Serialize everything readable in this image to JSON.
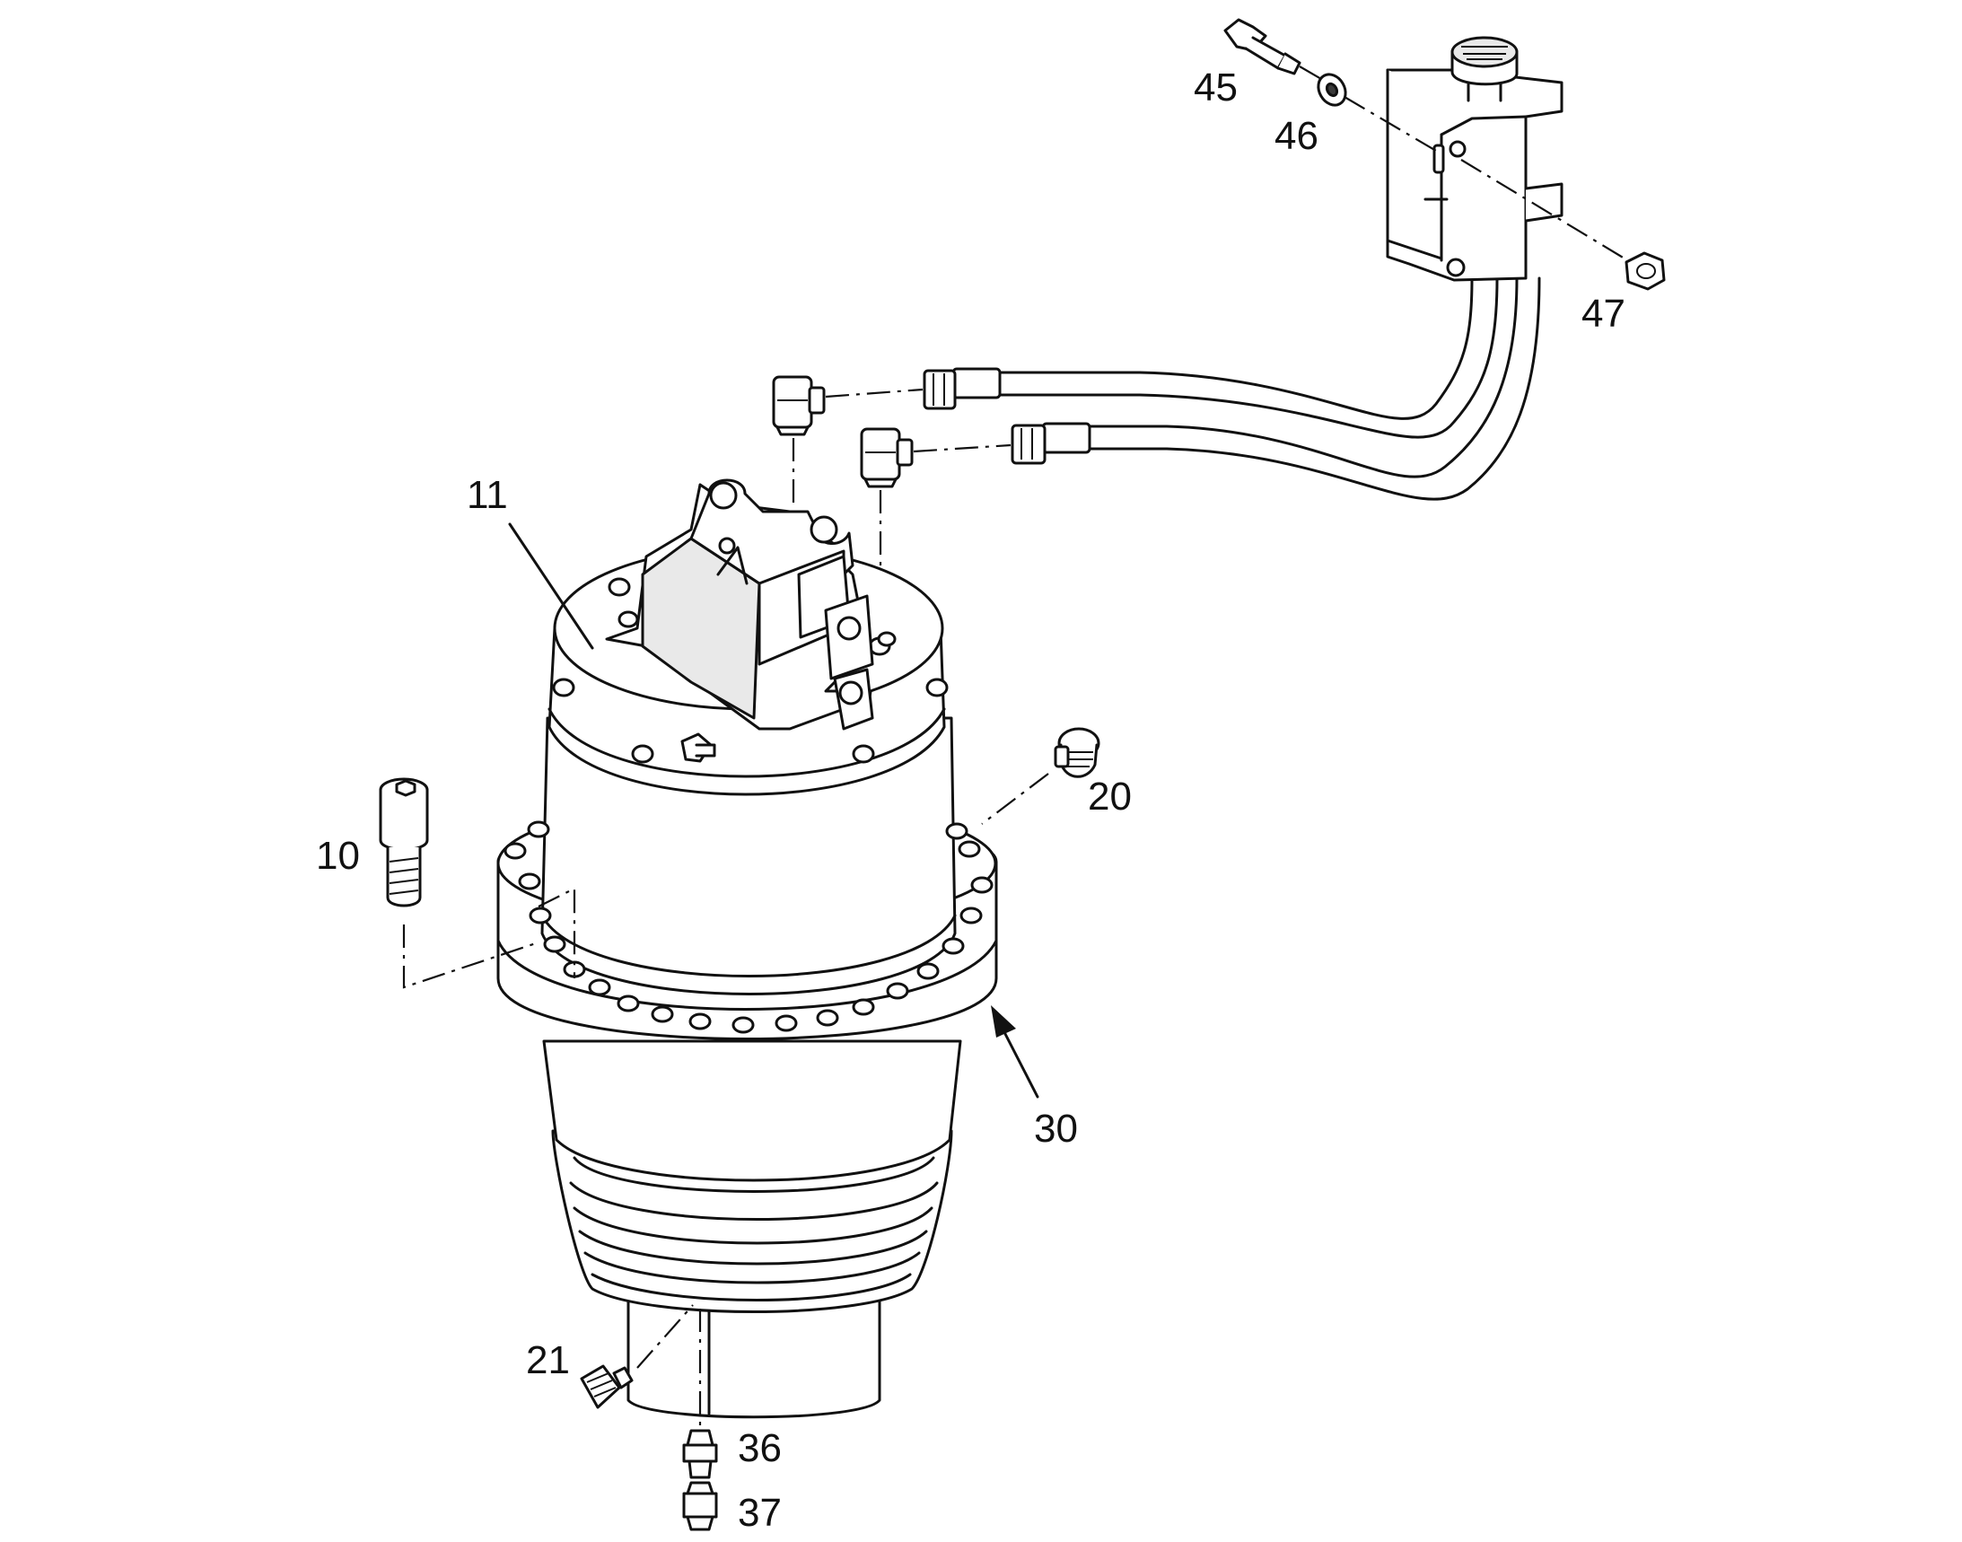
{
  "diagram": {
    "part_labels": {
      "p10": "10",
      "p11": "11",
      "p20": "20",
      "p21": "21",
      "p30": "30",
      "p36": "36",
      "p37": "37",
      "p45": "45",
      "p46": "46",
      "p47": "47"
    }
  }
}
